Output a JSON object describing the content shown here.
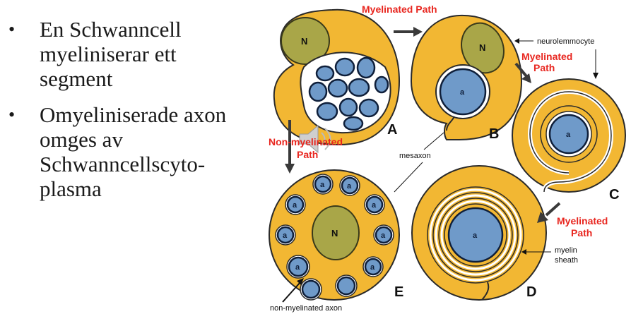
{
  "bullets": [
    {
      "text": "En Schwanncell myeliniserar ett segment"
    },
    {
      "text": "Omyeliniserade axon omges av Schwanncellscyto-plasma"
    }
  ],
  "diagram": {
    "labels": {
      "myelinated_path_top": "Myelinated Path",
      "myelinated_path_mid_line1": "Myelinated",
      "myelinated_path_mid_line2": "Path",
      "myelinated_path_bottom_line1": "Myelinated",
      "myelinated_path_bottom_line2": "Path",
      "non_myelinated_line1": "Non-myelinated",
      "non_myelinated_line2": "Path",
      "neurolemmocyte": "neurolemmocyte",
      "mesaxon": "mesaxon",
      "myelin_sheath_line1": "myelin",
      "myelin_sheath_line2": "sheath",
      "non_myelinated_axon": "non-myelinated axon"
    },
    "panels": {
      "a": "A",
      "b": "B",
      "c": "C",
      "d": "D",
      "e": "E"
    },
    "nucleus": "N",
    "axon": "a"
  },
  "colors": {
    "cytoplasm": "#f2b733",
    "nucleus": "#a9a648",
    "axon": "#6f9ac9",
    "label_red": "#e8261f"
  }
}
